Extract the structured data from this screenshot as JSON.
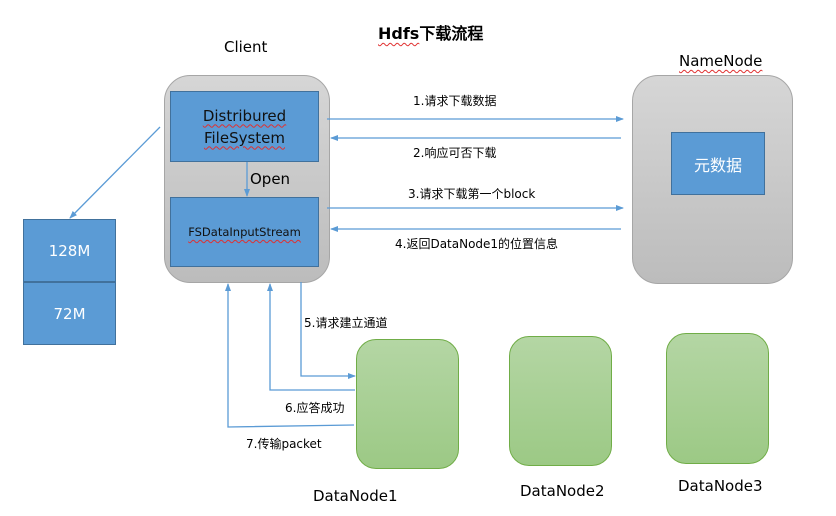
{
  "diagram": {
    "title_en": "Hdfs",
    "title_zh": "下载流程",
    "client": {
      "label": "Client",
      "distributed_fs_line1": "Distribured",
      "distributed_fs_line2": "FileSystem",
      "open_label": "Open",
      "input_stream": "FSDataInputStream"
    },
    "namenode": {
      "label": "NameNode",
      "metadata": "元数据"
    },
    "blocks": [
      "128M",
      "72M"
    ],
    "datanodes": [
      "DataNode1",
      "DataNode2",
      "DataNode3"
    ],
    "steps": [
      "1.请求下载数据",
      "2.响应可否下载",
      "3.请求下载第一个block",
      "4.返回DataNode1的位置信息",
      "5.请求建立通道",
      "6.应答成功",
      "7.传输packet"
    ],
    "colors": {
      "arrow": "#5b9bd5",
      "blue_box": "#5b9bd5",
      "green_box": "#a9d18e",
      "gray_box": "#c8c8c8"
    }
  }
}
